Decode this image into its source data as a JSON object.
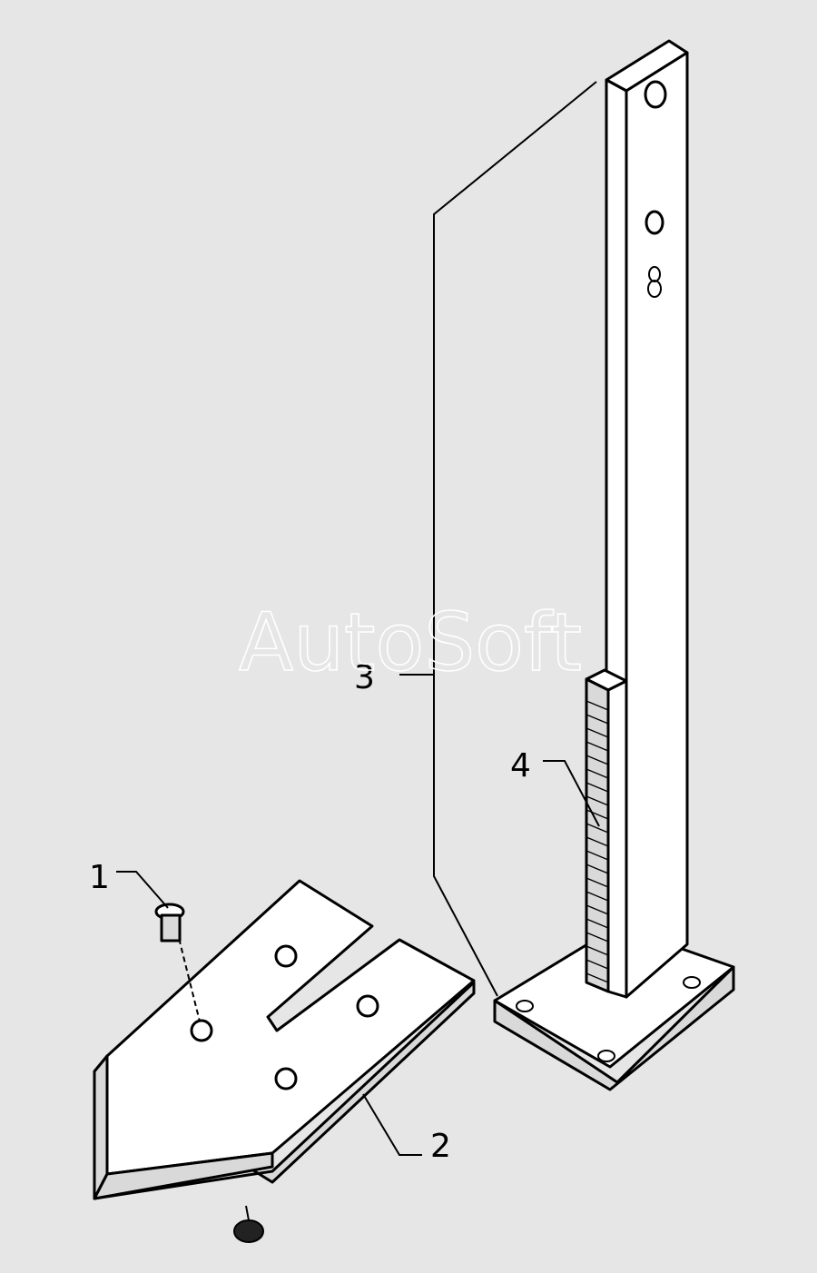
{
  "watermark": "AutoSoft",
  "callouts": [
    {
      "id": "1",
      "label": "1"
    },
    {
      "id": "2",
      "label": "2"
    },
    {
      "id": "3",
      "label": "3"
    },
    {
      "id": "4",
      "label": "4"
    }
  ],
  "colors": {
    "background": "#e6e6e6",
    "line": "#000000",
    "part": "#ffffff"
  }
}
